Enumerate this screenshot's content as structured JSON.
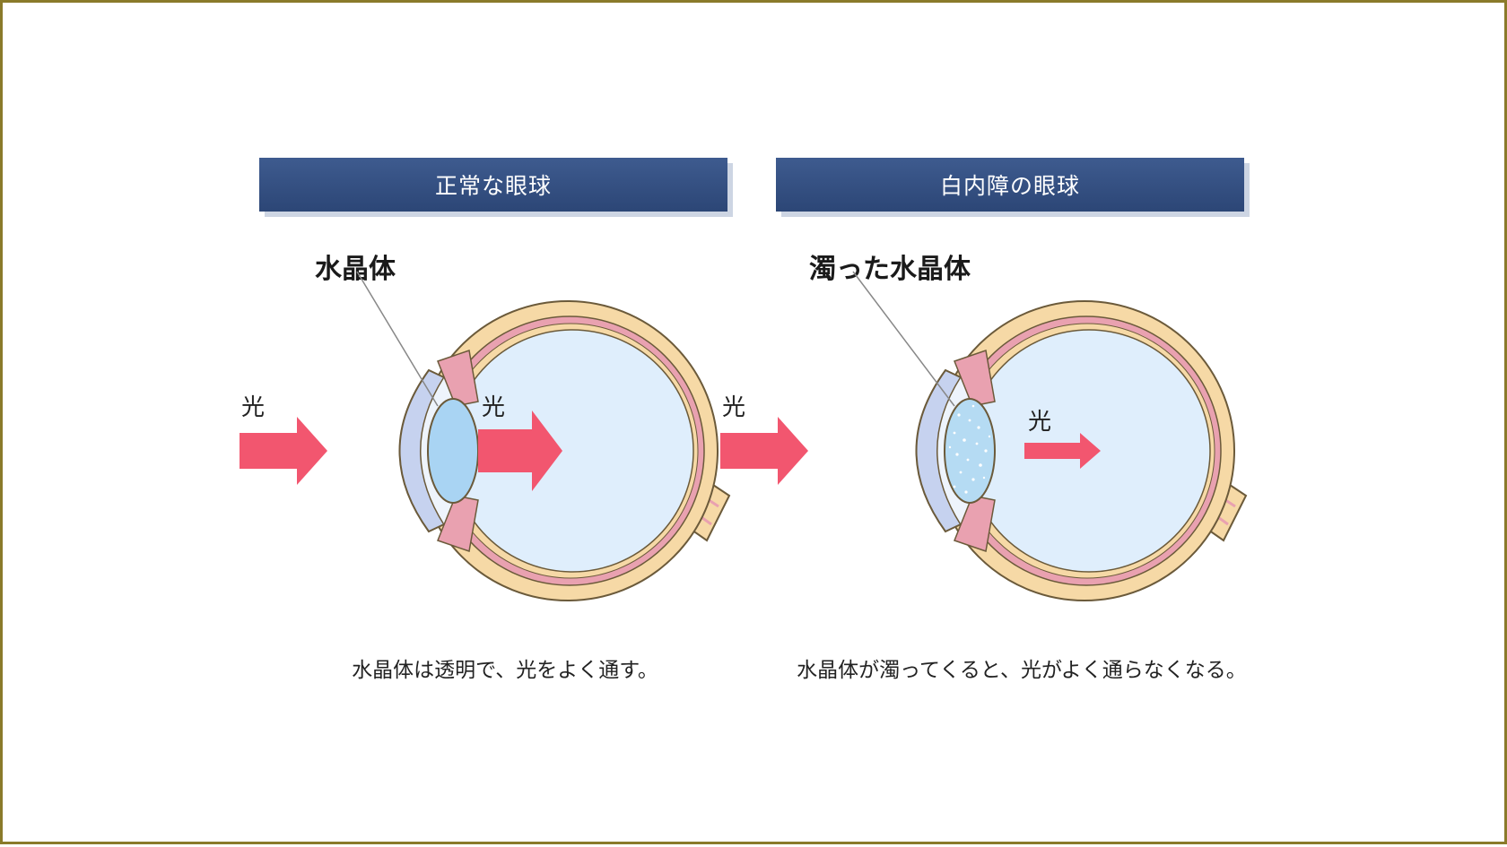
{
  "colors": {
    "frame": "#8a7a2a",
    "header_bg": "#34507f",
    "sclera": "#f6d9a6",
    "choroid": "#e9a1b0",
    "vitreous": "#dfeefc",
    "lens": "#a9d4f3",
    "cornea": "#c6d2ef",
    "arrow": "#f2566f"
  },
  "panels": {
    "normal": {
      "header": "正常な眼球",
      "callout": "水晶体",
      "light_outside": "光",
      "light_inside": "光",
      "caption": "水晶体は透明で、光をよく通す。"
    },
    "cataract": {
      "header": "白内障の眼球",
      "callout": "濁った水晶体",
      "light_outside": "光",
      "light_inside": "光",
      "caption": "水晶体が濁ってくると、光がよく通らなくなる。"
    }
  }
}
